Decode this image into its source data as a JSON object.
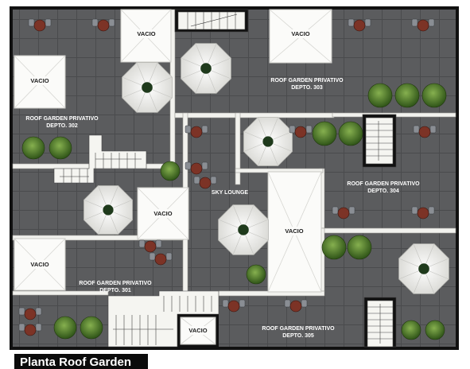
{
  "caption": "Planta Roof Garden",
  "labels": {
    "vacio": "VACIO",
    "roof_garden": "ROOF GARDEN PRIVATIVO",
    "depto_301": "DEPTO. 301",
    "depto_302": "DEPTO. 302",
    "depto_303": "DEPTO. 303",
    "depto_304": "DEPTO. 304",
    "depto_305": "DEPTO. 305",
    "sky_lounge": "SKY LOUNGE"
  },
  "colors": {
    "floor": "#5b5c5e",
    "wall": "#f2f2ee",
    "void": "#fbfbf9",
    "umbrella": "#f4f4f2",
    "umbrella_center": "#1f3a1c",
    "table": "#7c3326",
    "chair": "#8a8e94",
    "plant": "#4d7a2b"
  }
}
